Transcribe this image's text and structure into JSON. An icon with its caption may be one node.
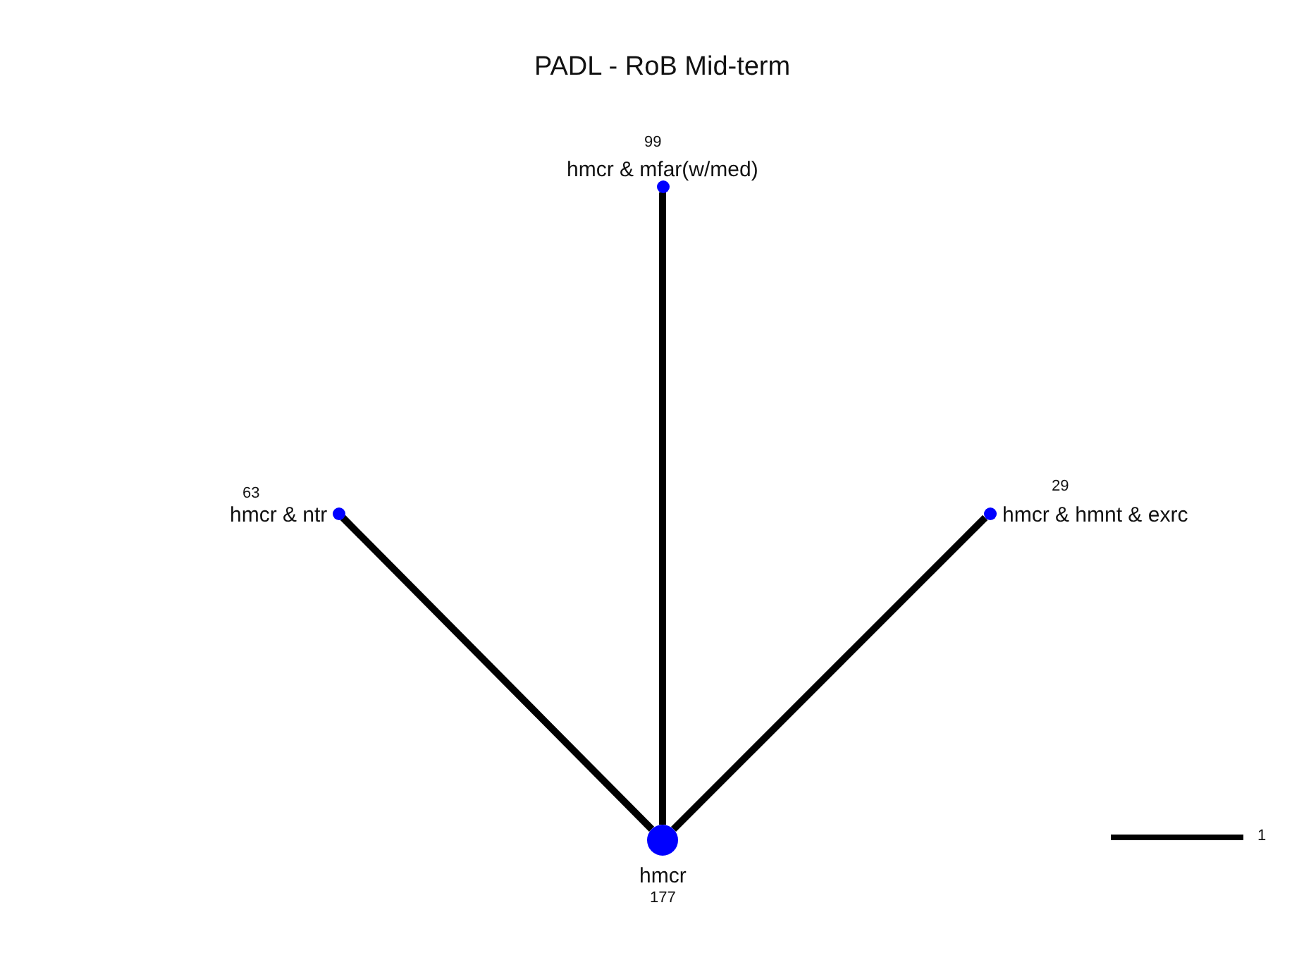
{
  "diagram": {
    "title": "PADL - RoB Mid-term",
    "nodes": [
      {
        "text": [],
        "shape": "circle",
        "beside": [
          "99",
          "hmcr & mfar(w/med)"
        ]
      },
      {
        "text": [],
        "shape": "circle",
        "beside": [
          "63",
          "hmcr & ntr"
        ]
      },
      {
        "text": [],
        "shape": "circle",
        "beside": [
          "29",
          "hmcr & hmnt & exrc"
        ]
      },
      {
        "text": [],
        "shape": "circle",
        "beside": [
          "hmcr",
          "177"
        ]
      }
    ],
    "edges": [
      {
        "from": 3,
        "to": 0,
        "arrow": "none"
      },
      {
        "from": 3,
        "to": 1,
        "arrow": "none"
      },
      {
        "from": 3,
        "to": 2,
        "arrow": "none"
      }
    ],
    "legend": [
      {
        "text": "1"
      }
    ]
  }
}
